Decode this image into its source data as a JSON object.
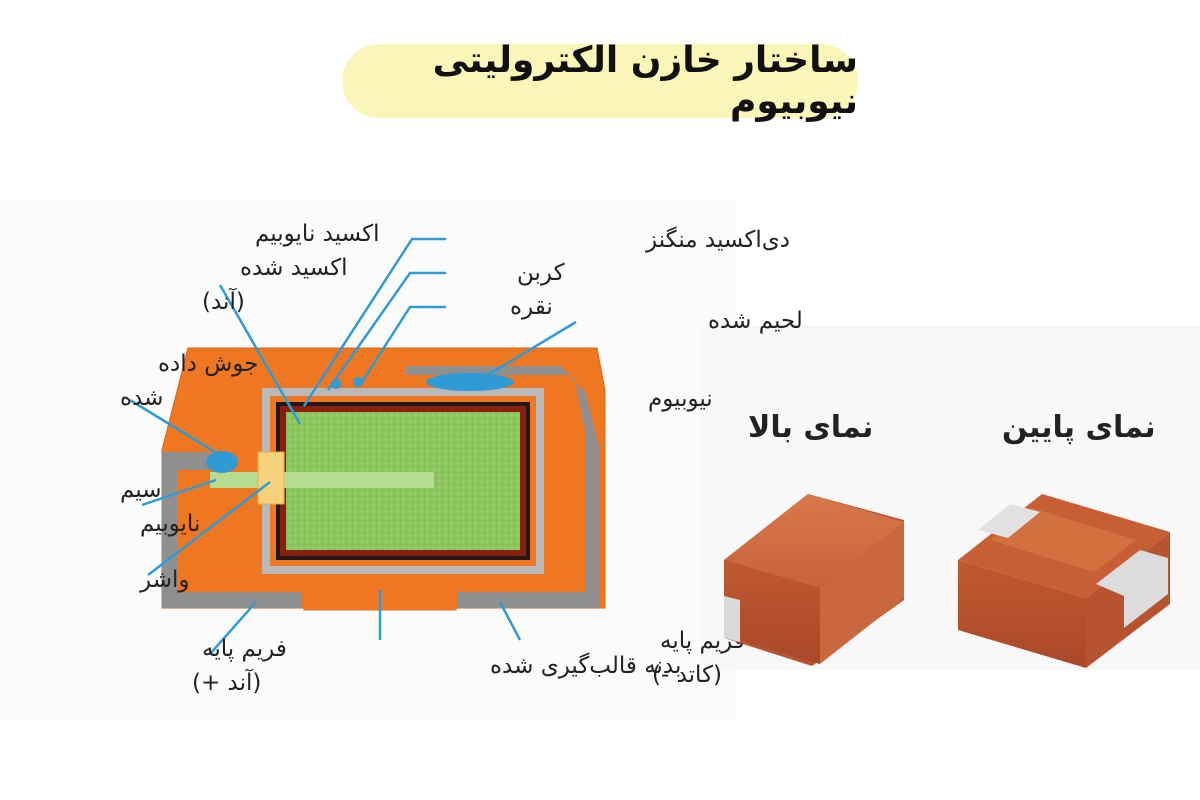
{
  "title": "ساختار خازن الکترولیتی نیوبیوم",
  "labels": {
    "oxide_line1": "اکسید نایوبیم",
    "oxide_line2": "اکسید شده",
    "oxide_line3": "(آند)",
    "mno2": "دی‌اکسید منگنز",
    "carbon": "کربن",
    "silver": "نقره",
    "solder": "لحیم شده",
    "niobium": "نیوبیوم",
    "weld_line1": "جوش داده",
    "weld_line2": "شده",
    "wire_line1": "سیم",
    "wire_line2": "نایوبیم",
    "washer": "واشر",
    "anode_frame_line1": "فریم پایه",
    "anode_frame_line2": "(آند +)",
    "molded_body": "بدنه قالب‌گیری شده",
    "cathode_frame_line1": "فریم پایه",
    "cathode_frame_line2": "(کاتد -)"
  },
  "views": {
    "top": "نمای بالا",
    "bottom": "نمای پایین"
  },
  "colors": {
    "title_bg": "#faf6b8",
    "mold": "#f07722",
    "frame": "#8f8f8f",
    "anode": "#8cc65e",
    "pointer": "#2f9bd5",
    "chip": "#cf6b3c"
  }
}
